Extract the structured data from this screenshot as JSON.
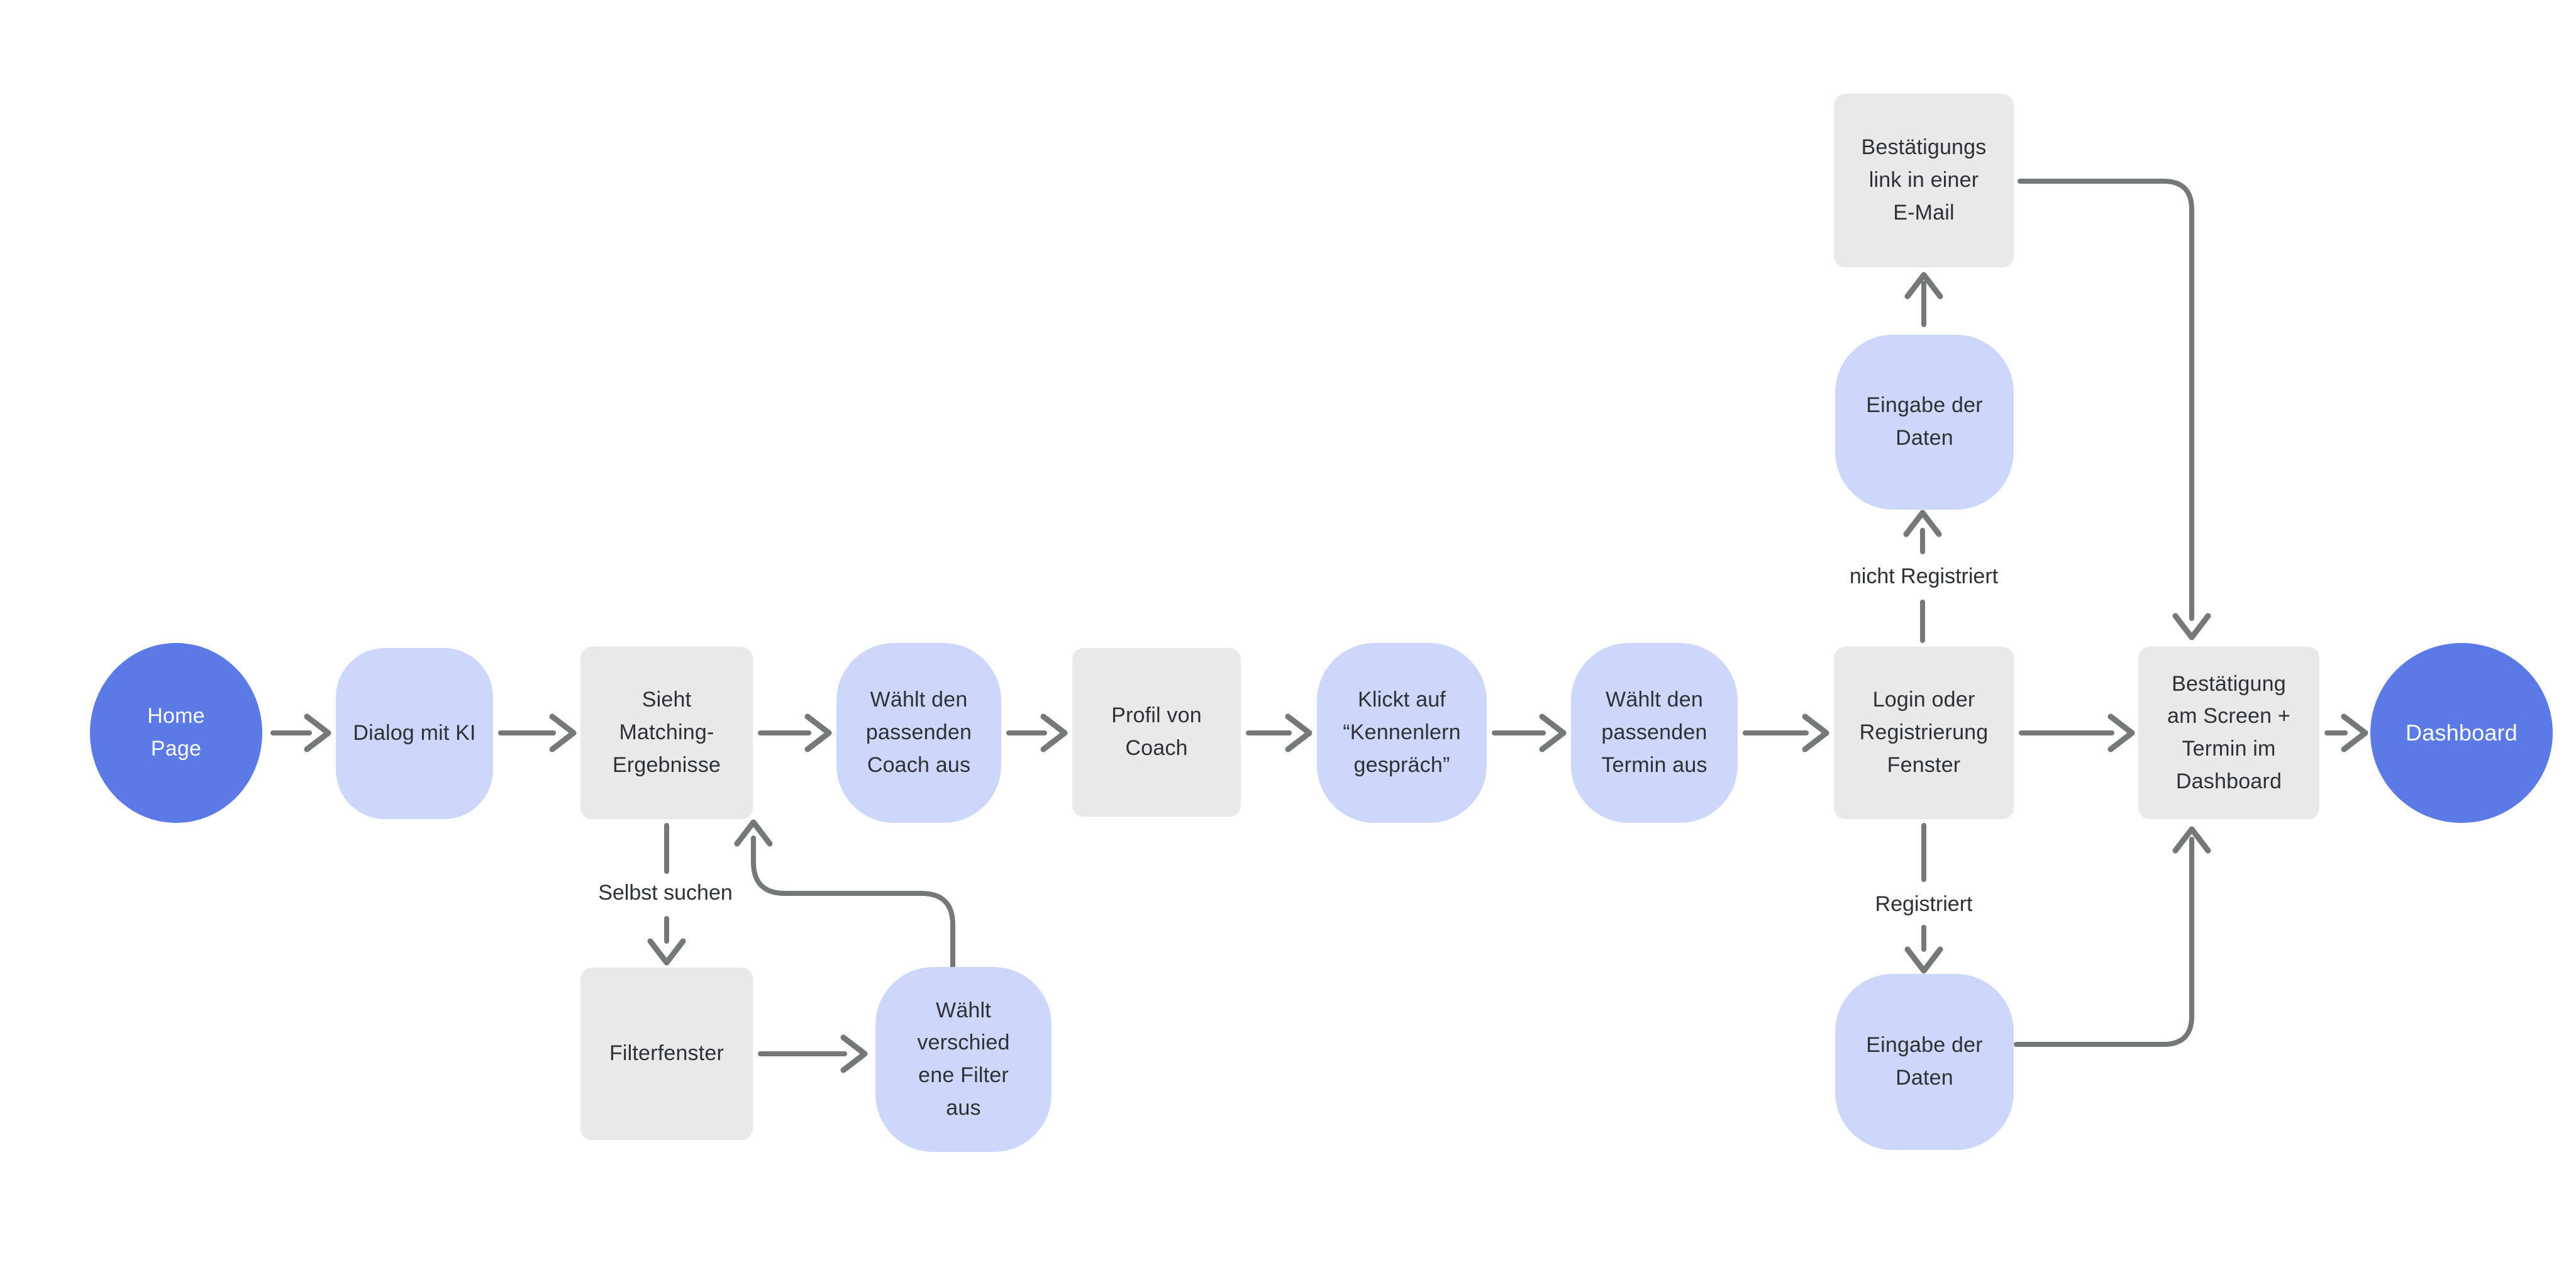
{
  "diagram": {
    "type": "flowchart",
    "language": "de",
    "colors": {
      "background": "#ffffff",
      "start_end_fill": "#5c7ae6",
      "action_fill": "#ccd7fb",
      "screen_fill": "#e9e9e9",
      "connector": "#757879",
      "text_dark": "#2d3135",
      "text_light": "#ffffff"
    },
    "nodes": {
      "home": {
        "label": "Home\nPage",
        "shape": "ellipse",
        "role": "start"
      },
      "dialog_ki": {
        "label": "Dialog mit KI",
        "shape": "squircle",
        "role": "action"
      },
      "sieht_matching": {
        "label": "Sieht\nMatching-\nErgebnisse",
        "shape": "rect",
        "role": "screen"
      },
      "waehlt_coach": {
        "label": "Wählt den\npassenden\nCoach aus",
        "shape": "squircle",
        "role": "action"
      },
      "profil_coach": {
        "label": "Profil von\nCoach",
        "shape": "rect",
        "role": "screen"
      },
      "klickt_kennenlern": {
        "label": "Klickt auf\n“Kennenlern\ngespräch”",
        "shape": "squircle",
        "role": "action"
      },
      "waehlt_termin": {
        "label": "Wählt den\npassenden\nTermin aus",
        "shape": "squircle",
        "role": "action"
      },
      "login_registrierung": {
        "label": "Login oder\nRegistrierung\nFenster",
        "shape": "rect",
        "role": "screen"
      },
      "bestaetigung_screen": {
        "label": "Bestätigung\nam Screen +\nTermin im\nDashboard",
        "shape": "rect",
        "role": "screen"
      },
      "dashboard": {
        "label": "Dashboard",
        "shape": "ellipse",
        "role": "end"
      },
      "bestaetigungslink_email": {
        "label": "Bestätigungs\nlink in einer\nE-Mail",
        "shape": "rect",
        "role": "screen"
      },
      "eingabe_daten_oben": {
        "label": "Eingabe der\nDaten",
        "shape": "squircle",
        "role": "action"
      },
      "eingabe_daten_unten": {
        "label": "Eingabe der\nDaten",
        "shape": "squircle",
        "role": "action"
      },
      "filterfenster": {
        "label": "Filterfenster",
        "shape": "rect",
        "role": "screen"
      },
      "waehlt_filter": {
        "label": "Wählt\nverschied\nene Filter\naus",
        "shape": "squircle",
        "role": "action"
      }
    },
    "edge_labels": {
      "selbst_suchen": "Selbst suchen",
      "nicht_registriert": "nicht Registriert",
      "registriert": "Registriert"
    }
  }
}
